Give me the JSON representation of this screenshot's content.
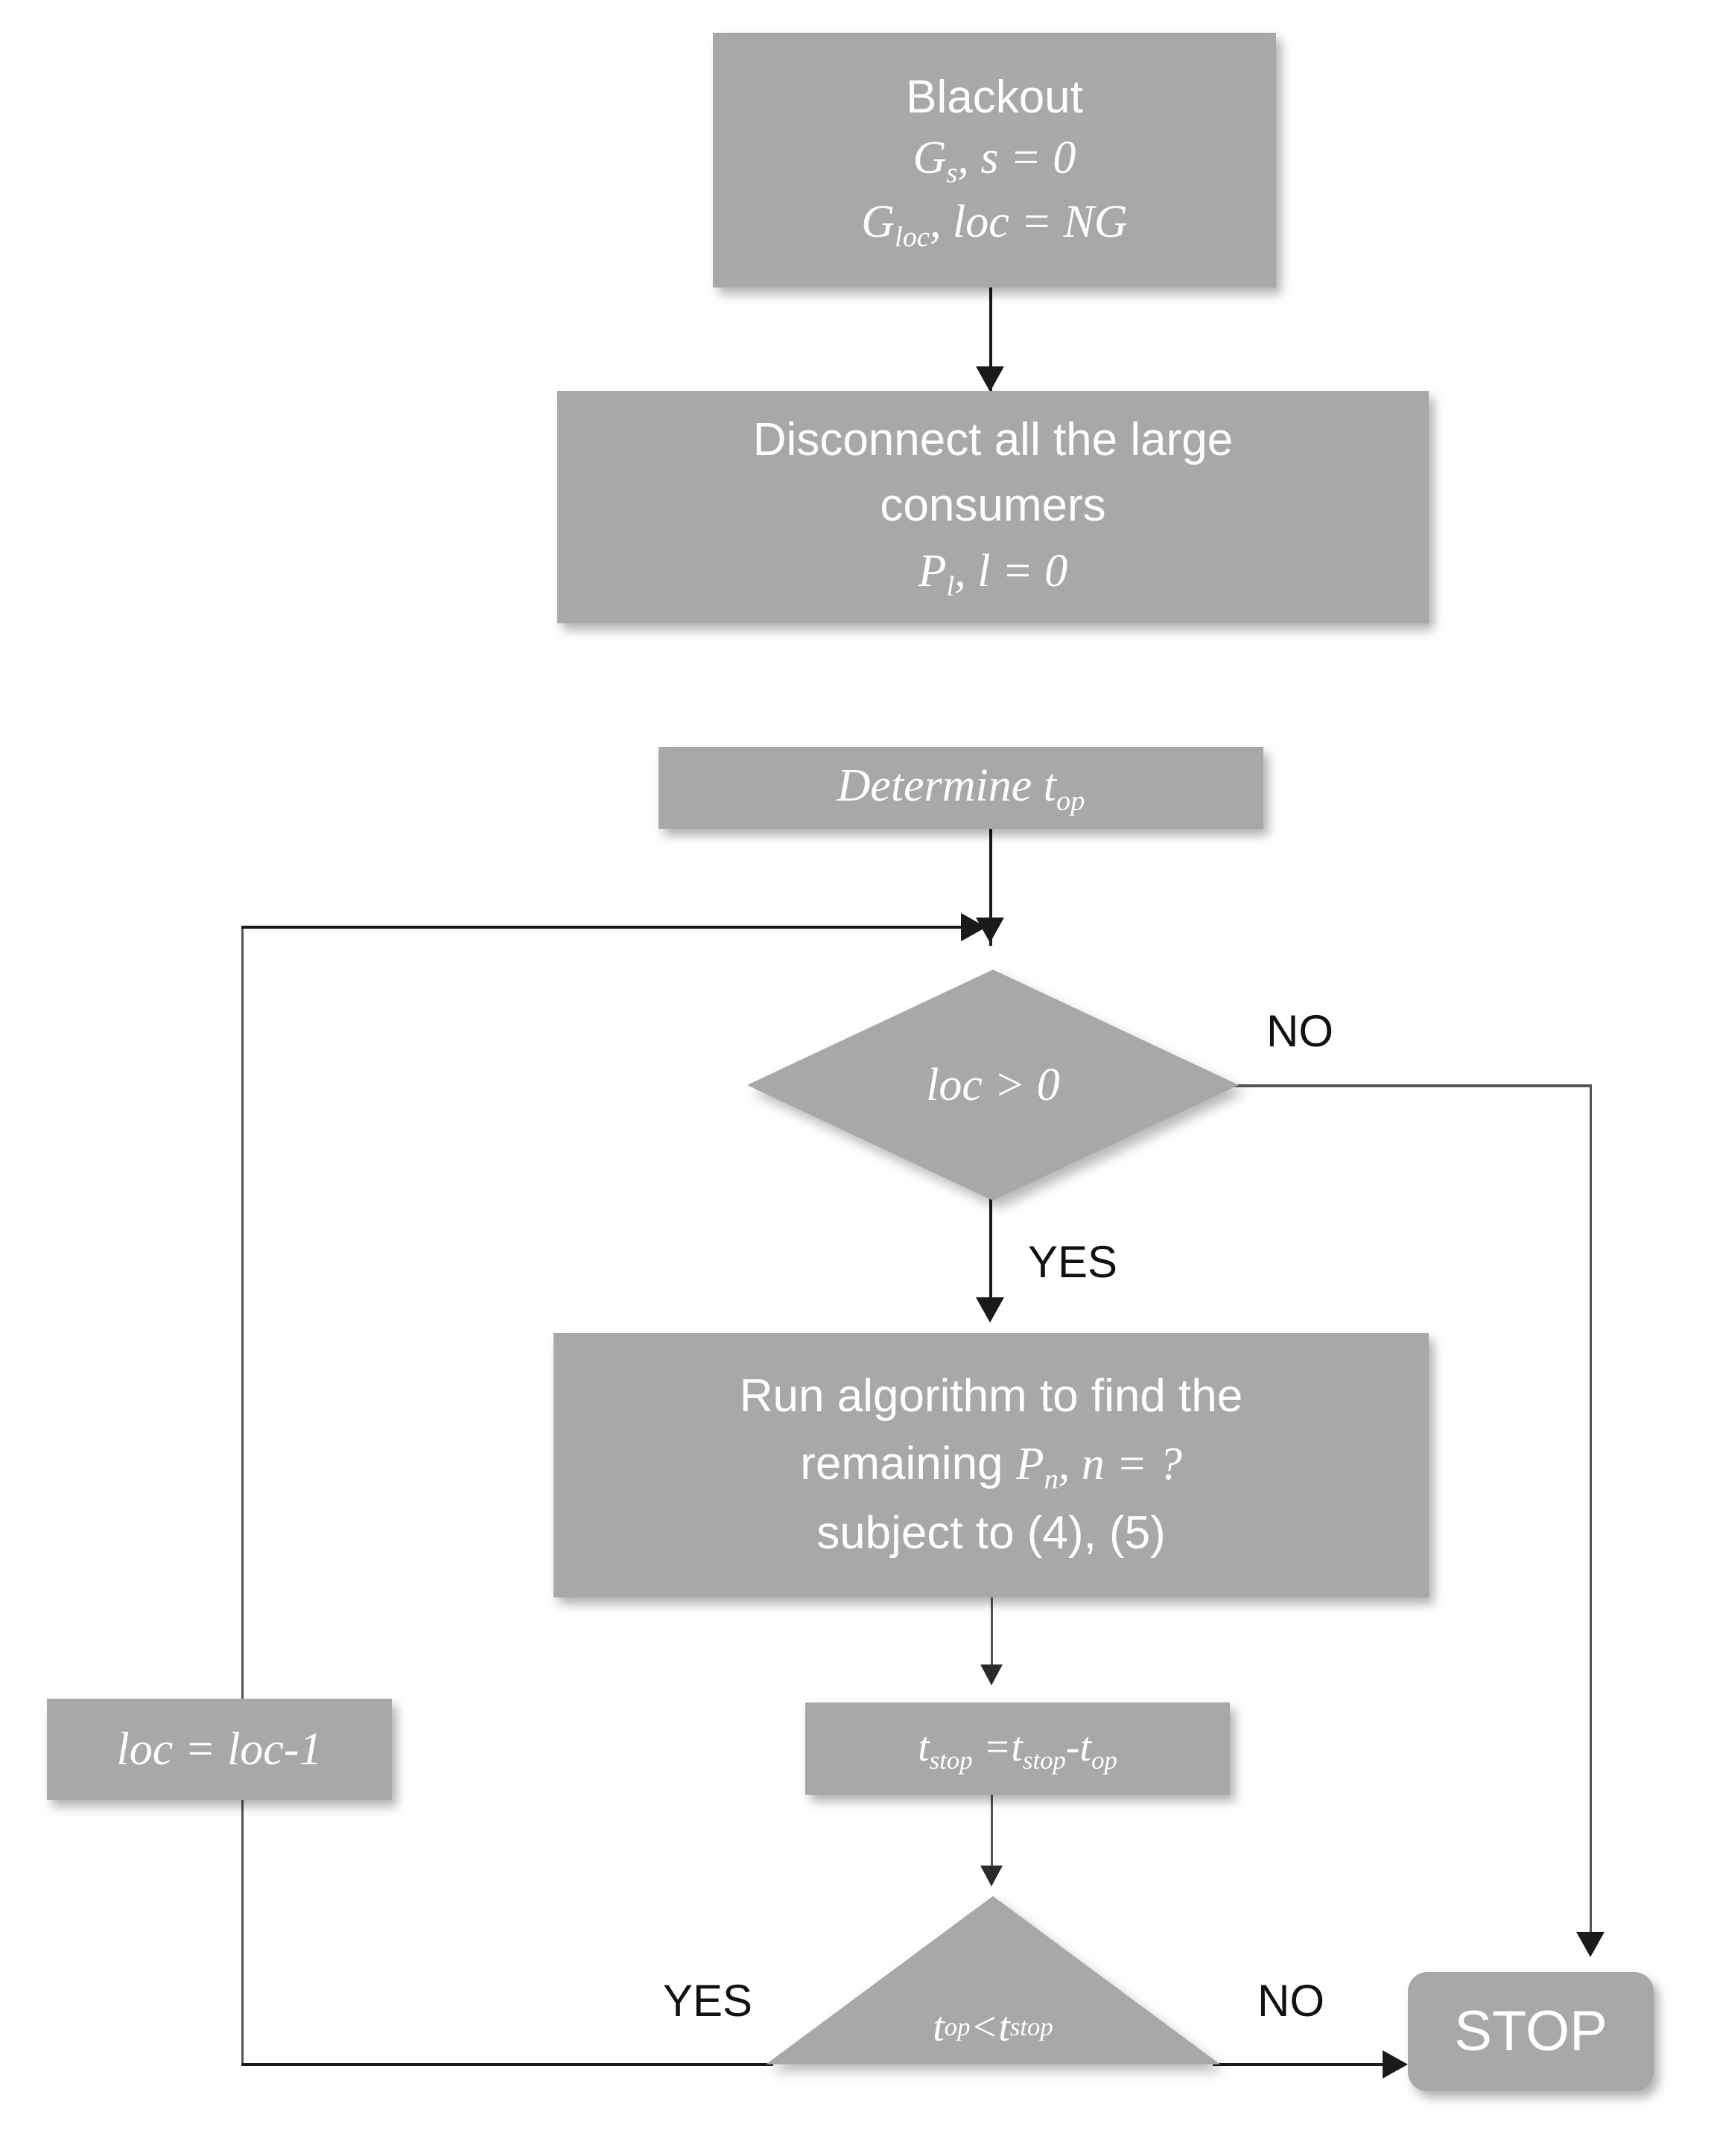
{
  "diagram": {
    "title": "Blackout restoration flowchart",
    "colors": {
      "node_fill": "#a8a8a8",
      "node_text": "#ffffff",
      "connector": "#1a1a1a",
      "label_text": "#111111",
      "background": "#ffffff"
    },
    "nodes": {
      "blackout": {
        "shape": "rectangle",
        "lines": [
          "Blackout",
          "G_s, s = 0",
          "G_loc, loc = NG"
        ],
        "line1": "Blackout",
        "line2_var": "G",
        "line2_sub": "s",
        "line2_rest": ", s = 0",
        "line3_var": "G",
        "line3_sub": "loc",
        "line3_rest": ", loc = NG"
      },
      "disconnect": {
        "shape": "rectangle",
        "line1": "Disconnect all the large",
        "line2": "consumers",
        "line3_var": "P",
        "line3_sub": "l",
        "line3_rest": ", l = 0"
      },
      "determine": {
        "shape": "rectangle",
        "text_main": "Determine t",
        "text_sub": "op"
      },
      "decision_loc": {
        "shape": "diamond",
        "text": "loc > 0"
      },
      "run_algorithm": {
        "shape": "rectangle",
        "line1": "Run algorithm to find the",
        "line2_pre": "remaining ",
        "line2_var": "P",
        "line2_sub": "n",
        "line2_rest": ", n = ?",
        "line3": "subject to (4), (5)"
      },
      "tstop_update": {
        "shape": "rectangle",
        "v1": "t",
        "v1sub": "stop",
        "eq": " =",
        "v2": "t",
        "v2sub": "stop",
        "minus": "-",
        "v3": "t",
        "v3sub": "op"
      },
      "loc_decrement": {
        "shape": "rectangle",
        "text": "loc = loc-1"
      },
      "decision_time": {
        "shape": "triangle",
        "v1": "t",
        "v1sub": "op",
        "op": " < ",
        "v2": "t",
        "v2sub": "stop"
      },
      "stop": {
        "shape": "rounded-rectangle",
        "text": "STOP"
      }
    },
    "edge_labels": {
      "decision_loc_no": "NO",
      "decision_loc_yes": "YES",
      "decision_time_yes": "YES",
      "decision_time_no": "NO"
    }
  }
}
